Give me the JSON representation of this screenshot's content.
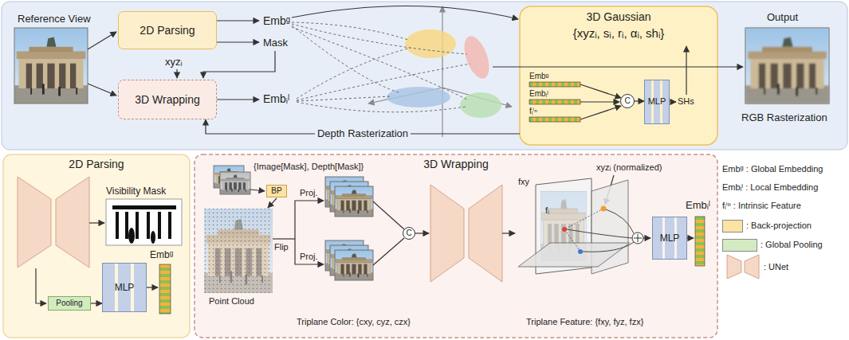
{
  "diagram": {
    "nodes": [
      {
        "text": [
          "2D Parsing"
        ]
      },
      {
        "text": [
          "3D Wrapping"
        ]
      },
      {
        "text": [
          "3D Gaussian",
          "{xyzᵢ, sᵢ, rᵢ, αᵢ, shᵢ}"
        ]
      },
      {
        "text": [
          "C"
        ],
        "in": 2
      },
      {
        "text": [
          "MLP"
        ],
        "in": 2
      },
      {
        "text": [
          "2D Parsing"
        ]
      },
      {
        "text": [
          "Pooling"
        ],
        "in": 5
      },
      {
        "text": [
          "MLP"
        ],
        "in": 5
      },
      {
        "text": [
          "3D Wrapping"
        ]
      },
      {
        "text": [
          "BP"
        ],
        "in": 8
      },
      {
        "text": [
          "C"
        ],
        "in": 8
      },
      {
        "text": [
          "MLP"
        ],
        "in": 8
      }
    ],
    "edges": [
      {
        "from": 3,
        "to": 4,
        "arrow": "to"
      },
      {
        "from": 6,
        "to": 7,
        "arrow": "to"
      },
      {
        "from": 2,
        "to": 1,
        "arrow": "to",
        "label": "Depth Rasterization"
      }
    ],
    "labels": [
      "Reference View",
      "Embᵍ",
      "Mask",
      "xyzᵢ",
      "Embᵢˡ",
      "Output",
      "RGB Rasterization",
      "Embᵍ",
      "Embᵢˡ",
      "fᵢⁱⁿ",
      "SHs",
      "Visibility Mask",
      "Embᵍ",
      "{Image[Mask], Depth[Mask]}",
      "Point Cloud",
      "Proj.",
      "Proj.",
      "Flip",
      "Triplane Color: {cxy, cyz, czx}",
      "xyzᵢ (normalized)",
      "fxy",
      "fᵢ",
      "Triplane Feature: {fxy, fyz, fzx}",
      "Embᵢˡ",
      "BP",
      "Pooling"
    ],
    "legend": [
      {
        "text": "Embᵍ : Global Embedding"
      },
      {
        "text": "Embᵢˡ : Local Embedding"
      },
      {
        "text": "fᵢⁱⁿ : Intrinsic Feature"
      },
      {
        "text": ": Back-projection",
        "color": "#fbe3a4"
      },
      {
        "text": ": Global Pooling",
        "color": "#d4ebc2"
      },
      {
        "text": ": UNet"
      }
    ]
  }
}
